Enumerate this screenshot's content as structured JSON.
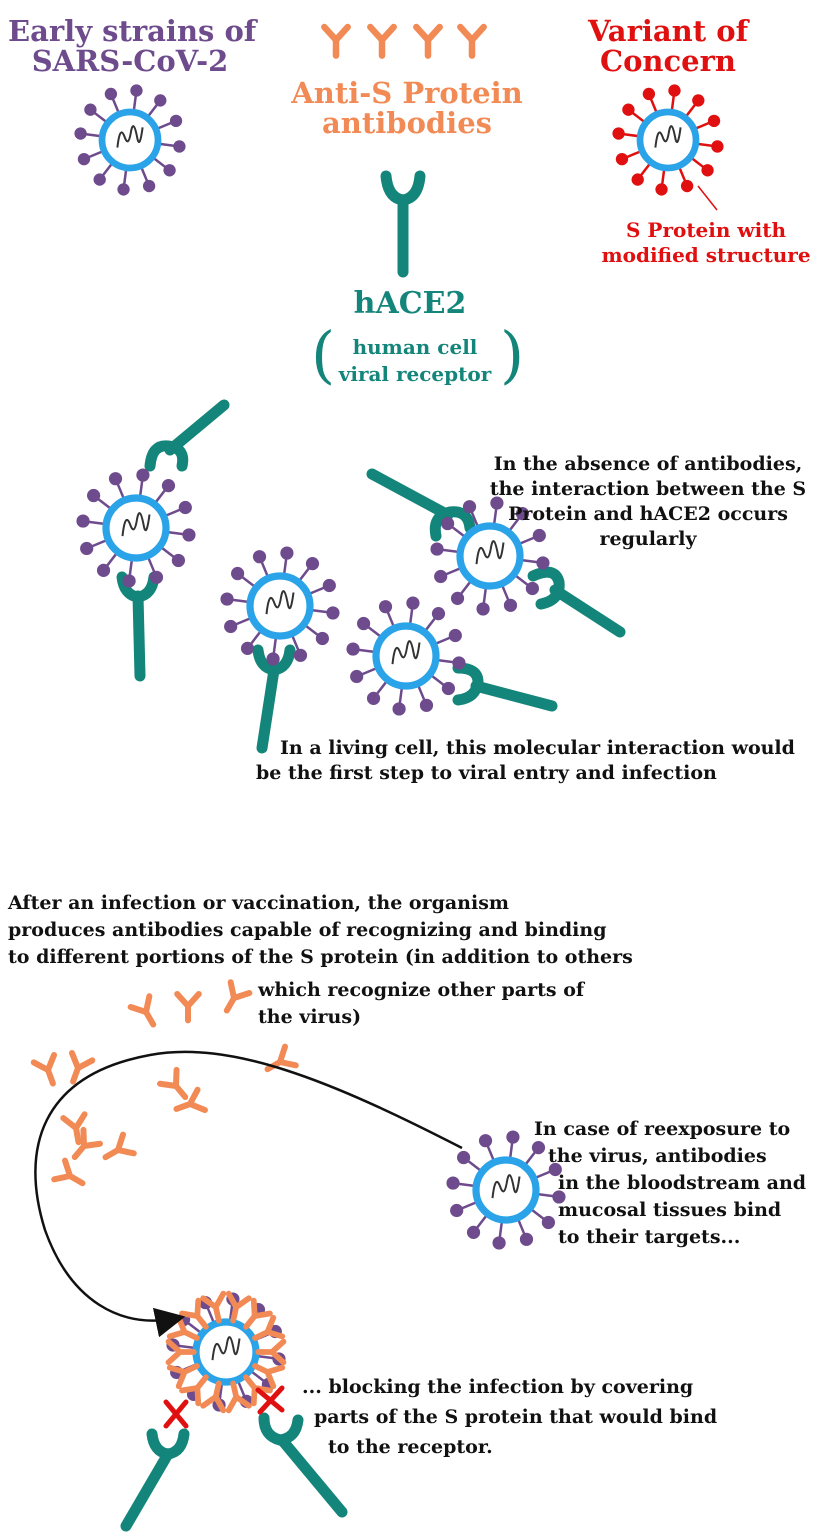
{
  "colors": {
    "purple": "#6e4b8c",
    "spike_purple": "#6e4b8c",
    "orange": "#f28a55",
    "red": "#e01010",
    "teal": "#14857a",
    "virus_ring": "#2aa3e8",
    "rna": "#333333",
    "text": "#111111"
  },
  "icons": {
    "virus": "virus-icon",
    "antibody": "antibody-icon",
    "receptor": "receptor-icon",
    "block_mark": "red-x-icon",
    "arrow": "curved-arrow-icon"
  },
  "labels": {
    "early_strains": [
      "Early strains of",
      "SARS-CoV-2"
    ],
    "antibodies": [
      "Anti-S Protein",
      "antibodies"
    ],
    "variant": [
      "Variant of",
      "Concern"
    ],
    "modified_s": [
      "S Protein with",
      "modified structure"
    ],
    "hace2": "hACE2",
    "receptor_desc": [
      "human cell",
      "viral receptor"
    ],
    "paren_open": "(",
    "paren_close": ")"
  },
  "captions": {
    "absence": [
      "In the absence of antibodies,",
      "the interaction between the S",
      "Protein and hACE2 occurs",
      "regularly"
    ],
    "living_cell": [
      "In a living cell, this molecular interaction would",
      "be the first step to viral entry and infection"
    ],
    "after_infection": [
      "After an infection or vaccination, the organism",
      "produces antibodies capable of recognizing and binding",
      "to different portions of the S protein (in addition to others"
    ],
    "after_infection_cont": [
      "which recognize other parts of",
      "the virus)"
    ],
    "reexposure": [
      "In case of reexposure to",
      "the virus, antibodies",
      "in the bloodstream and",
      "mucosal tissues bind",
      "to their targets..."
    ],
    "blocking": [
      "... blocking the infection by covering",
      "parts of the S protein that would bind",
      "to the receptor."
    ]
  }
}
